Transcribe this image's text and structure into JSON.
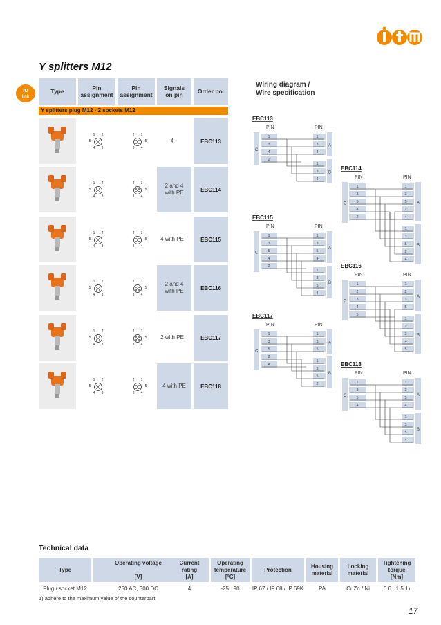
{
  "page_title": "Y splitters M12",
  "page_number": "17",
  "table": {
    "headers": [
      "Type",
      "Pin\nassignment",
      "Pin\nassignment",
      "Signals\non pin",
      "Order no."
    ],
    "section": "Y splitters plug M12 - 2 sockets M12",
    "rows": [
      {
        "signals": "4",
        "order": "EBC113"
      },
      {
        "signals": "2 and 4\nwith PE",
        "order": "EBC114"
      },
      {
        "signals": "4 with PE",
        "order": "EBC115"
      },
      {
        "signals": "2 and 4\nwith PE",
        "order": "EBC116"
      },
      {
        "signals": "2 with PE",
        "order": "EBC117"
      },
      {
        "signals": "4 with PE",
        "order": "EBC118"
      }
    ]
  },
  "pin_label": {
    "n1": "1",
    "n2": "2",
    "n3": "3",
    "n4": "4",
    "n5": "5"
  },
  "wiring": {
    "title": "Wiring diagram /\nWire specification",
    "pin": "PIN",
    "c": "C",
    "a": "A",
    "b": "B",
    "diagrams": [
      {
        "name": "EBC113",
        "c_pins": [
          "1",
          "3",
          "4",
          "2"
        ],
        "a_pins": [
          "1",
          "3",
          "4"
        ],
        "b_pins": [
          "1",
          "3",
          "4"
        ]
      },
      {
        "name": "EBC114",
        "c_pins": [
          "1",
          "3",
          "5",
          "4",
          "2"
        ],
        "a_pins": [
          "1",
          "3",
          "5",
          "2",
          "4"
        ],
        "b_pins": [
          "1",
          "3",
          "5",
          "2",
          "4"
        ]
      },
      {
        "name": "EBC115",
        "c_pins": [
          "1",
          "3",
          "5",
          "4",
          "2"
        ],
        "a_pins": [
          "1",
          "3",
          "5",
          "4"
        ],
        "b_pins": [
          "1",
          "3",
          "5",
          "4"
        ]
      },
      {
        "name": "EBC116",
        "c_pins": [
          "1",
          "2",
          "3",
          "4",
          "5"
        ],
        "a_pins": [
          "1",
          "2",
          "3",
          "5"
        ],
        "b_pins": [
          "1",
          "2",
          "3",
          "4",
          "5"
        ]
      },
      {
        "name": "EBC117",
        "c_pins": [
          "1",
          "3",
          "5",
          "2",
          "4"
        ],
        "a_pins": [
          "1",
          "3",
          "5"
        ],
        "b_pins": [
          "1",
          "3",
          "5",
          "2"
        ]
      },
      {
        "name": "EBC118",
        "c_pins": [
          "1",
          "3",
          "5",
          "4"
        ],
        "a_pins": [
          "1",
          "3",
          "5",
          "4"
        ],
        "b_pins": [
          "1",
          "3",
          "5",
          "4"
        ]
      }
    ]
  },
  "tech": {
    "title": "Technical data",
    "headers": [
      "Type",
      "Operating voltage\n\n[V]",
      "Current\nrating\n[A]",
      "Operating\ntemperature\n[°C]",
      "Protection",
      "Housing\nmaterial",
      "Locking\nmaterial",
      "Tightening\ntorque\n[Nm]"
    ],
    "values": [
      "Plug / socket M12",
      "250 AC, 300 DC",
      "4",
      "-25...90",
      "IP 67 / IP 68 / IP 69K",
      "PA",
      "CuZn / Ni",
      "0.6...1.5 1)"
    ],
    "footnote": "1) adhere to the maximum value of the counterpart"
  },
  "colors": {
    "accent": "#f08a00",
    "header_bg": "#cfd8e6",
    "brand": "#f08a00"
  }
}
